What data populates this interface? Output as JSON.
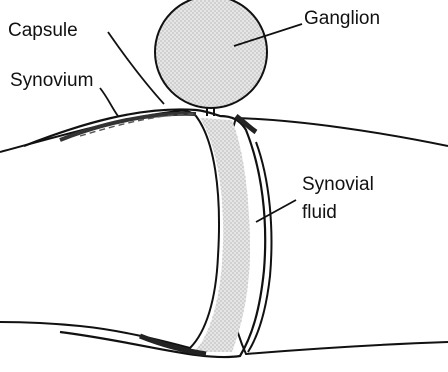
{
  "labels": {
    "capsule": "Capsule",
    "ganglion": "Ganglion",
    "synovium": "Synovium",
    "synovial_fluid_line1": "Synovial",
    "synovial_fluid_line2": "fluid"
  },
  "colors": {
    "ink": "#111111",
    "background": "#ffffff",
    "shade": "#d4d4d4"
  }
}
